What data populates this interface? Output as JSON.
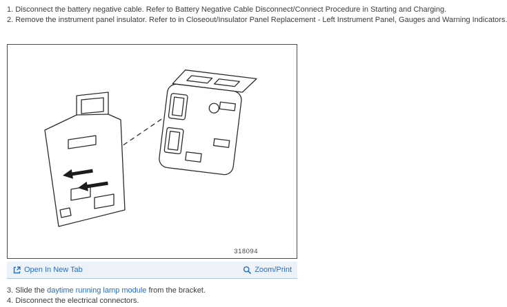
{
  "colors": {
    "link": "#2a6db3",
    "text": "#3c3c3c",
    "toolbar_bg": "#edf2f8",
    "figure_border": "#4a4a4a"
  },
  "steps_top": [
    {
      "text": "1. Disconnect the battery negative cable. Refer to Battery Negative Cable Disconnect/Connect Procedure in Starting and Charging."
    },
    {
      "text": "2. Remove the instrument panel insulator. Refer to in Closeout/Insulator Panel Replacement - Left Instrument Panel, Gauges and Warning Indicators."
    }
  ],
  "figure": {
    "number": "318094",
    "description": "Line drawing of daytime running lamp module sliding out of bracket"
  },
  "toolbar": {
    "open_in_new_tab": "Open In New Tab",
    "zoom_print": "Zoom/Print"
  },
  "step3": {
    "pre": "3. Slide the ",
    "link": "daytime running lamp module",
    "post": " from the bracket."
  },
  "step4": {
    "text": "4. Disconnect the electrical connectors."
  }
}
